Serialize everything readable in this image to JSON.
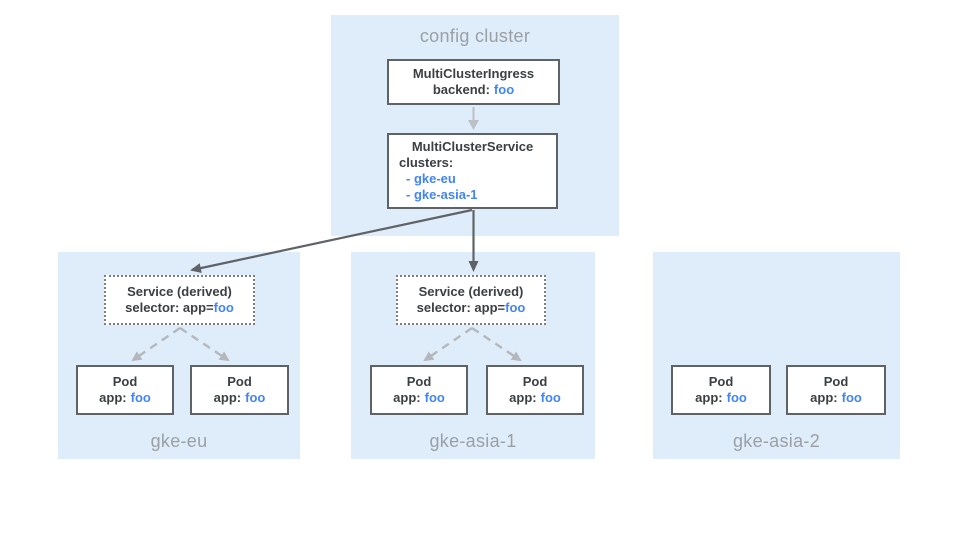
{
  "diagram": {
    "config_cluster": {
      "label": "config cluster",
      "ingress_box": {
        "title": "MultiClusterIngress",
        "backend_label": "backend:",
        "backend_value": "foo"
      },
      "service_box": {
        "title": "MultiClusterService",
        "clusters_label": "clusters:",
        "cluster_refs": [
          "- gke-eu",
          "- gke-asia-1"
        ]
      }
    },
    "clusters": [
      {
        "name": "gke-eu",
        "service_box": {
          "title": "Service (derived)",
          "selector_label": "selector: app=",
          "selector_value": "foo"
        },
        "pods": [
          {
            "title": "Pod",
            "app_label": "app:",
            "app_value": "foo"
          },
          {
            "title": "Pod",
            "app_label": "app:",
            "app_value": "foo"
          }
        ]
      },
      {
        "name": "gke-asia-1",
        "service_box": {
          "title": "Service (derived)",
          "selector_label": "selector: app=",
          "selector_value": "foo"
        },
        "pods": [
          {
            "title": "Pod",
            "app_label": "app:",
            "app_value": "foo"
          },
          {
            "title": "Pod",
            "app_label": "app:",
            "app_value": "foo"
          }
        ]
      },
      {
        "name": "gke-asia-2",
        "pods": [
          {
            "title": "Pod",
            "app_label": "app:",
            "app_value": "foo"
          },
          {
            "title": "Pod",
            "app_label": "app:",
            "app_value": "foo"
          }
        ]
      }
    ],
    "colors": {
      "cluster_bg": "#dfecfa",
      "box_border": "#5f6368",
      "text_dark": "#3c4043",
      "text_blue": "#4285f4",
      "label_gray": "#9aa0a6",
      "arrow_dark": "#5f6368",
      "arrow_light": "#bbc0c4",
      "arrow_dashed": "#b4b8bc"
    }
  }
}
